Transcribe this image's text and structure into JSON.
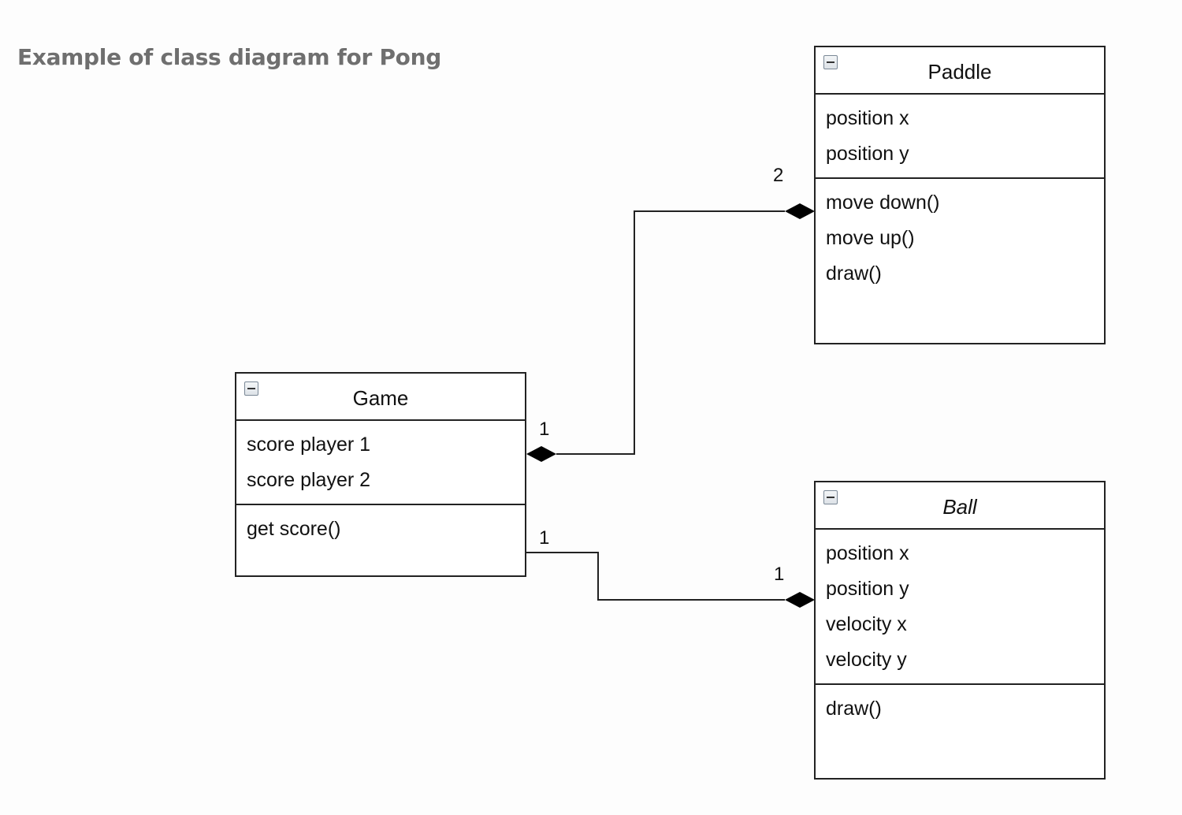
{
  "title": "Example of class diagram for Pong",
  "classes": {
    "game": {
      "name": "Game",
      "attributes": [
        "score player 1",
        "score player 2"
      ],
      "methods": [
        "get score()"
      ]
    },
    "paddle": {
      "name": "Paddle",
      "attributes": [
        "position x",
        "position y"
      ],
      "methods": [
        "move down()",
        "move up()",
        "draw()"
      ]
    },
    "ball": {
      "name": "Ball",
      "attributes": [
        "position x",
        "position y",
        "velocity x",
        "velocity y"
      ],
      "methods": [
        "draw()"
      ]
    }
  },
  "associations": {
    "game_paddle": {
      "type": "composition",
      "game_multiplicity": "1",
      "paddle_multiplicity": "2"
    },
    "game_ball": {
      "type": "composition",
      "game_multiplicity": "1",
      "ball_multiplicity": "1"
    }
  },
  "icons": {
    "class_toggle": "collapse-minus-icon"
  },
  "colors": {
    "title": "#6f6f6f",
    "lines": "#222222"
  }
}
